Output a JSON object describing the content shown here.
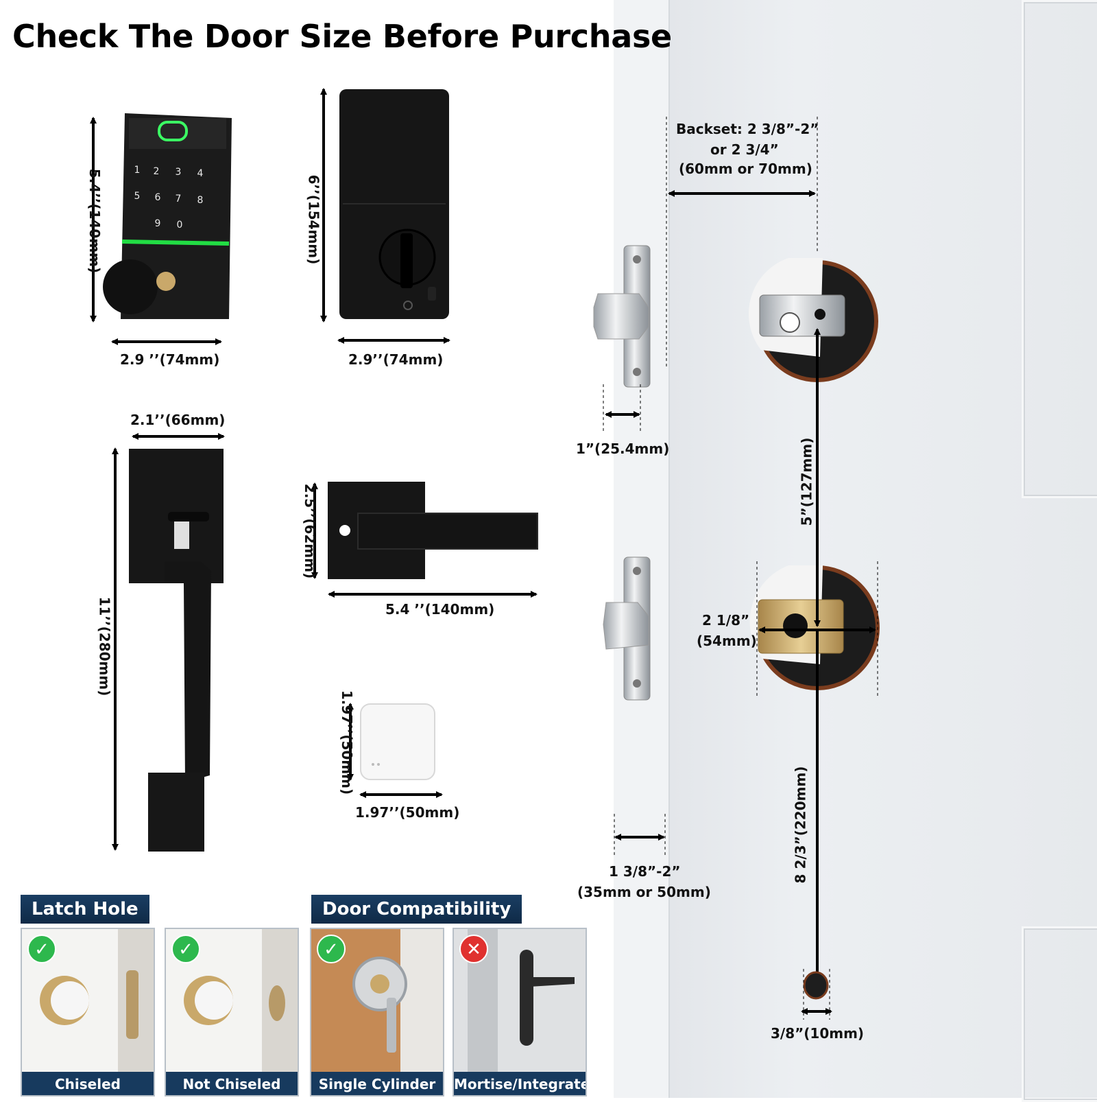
{
  "title": "Check The Door Size Before Purchase",
  "keypad": {
    "height": "5.4’’(140mm)",
    "width": "2.9 ’’(74mm)",
    "keys": [
      "1",
      "2",
      "3",
      "4",
      "5",
      "6",
      "7",
      "8",
      "9",
      "0"
    ]
  },
  "interior": {
    "height": "6’’(154mm)",
    "width": "2.9’’(74mm)"
  },
  "handleset": {
    "width": "2.1’’(66mm)",
    "height": "11’’(280mm)"
  },
  "lever": {
    "height": "2.5’’(62mm)",
    "width": "5.4 ’’(140mm)"
  },
  "gateway": {
    "height": "1.97’’(50mm)",
    "width": "1.97’’(50mm)"
  },
  "door": {
    "backset_line1": "Backset: 2 3/8”-2”",
    "backset_line2": "or 2 3/4”",
    "backset_line3": "(60mm or 70mm)",
    "faceplate": "1”(25.4mm)",
    "hole_spacing": "5”(127mm)",
    "bore_line1": "2 1/8”",
    "bore_line2": "(54mm)",
    "thickness_line1": "1 3/8”-2”",
    "thickness_line2": "(35mm or 50mm)",
    "lower_spacing": "8 2/3”(220mm)",
    "small_hole": "3/8”(10mm)"
  },
  "latch_section": {
    "title": "Latch Hole",
    "cards": [
      {
        "caption": "Chiseled",
        "status": "check"
      },
      {
        "caption": "Not Chiseled",
        "status": "check"
      }
    ]
  },
  "compat_section": {
    "title": "Door Compatibility",
    "cards": [
      {
        "caption": "Single Cylinder",
        "status": "check"
      },
      {
        "caption": "Mortise/Integrated",
        "status": "cross"
      }
    ]
  },
  "colors": {
    "lock_black": "#1a1a1a",
    "green_led": "#22dd44",
    "tag_navy": "#173a5e",
    "brass": "#c9a86a",
    "bronze": "#7a3c1e"
  }
}
